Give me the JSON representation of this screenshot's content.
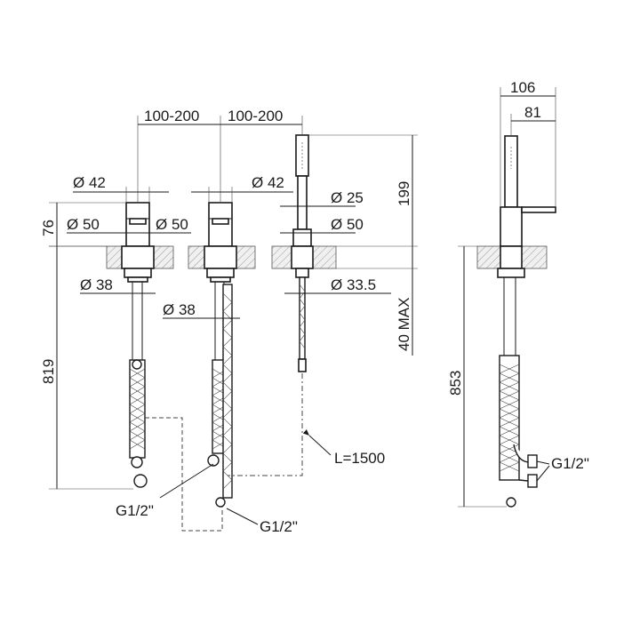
{
  "labels": {
    "spacing_left": "100-200",
    "spacing_right": "100-200",
    "dia_42_left": "Ø 42",
    "dia_42_right": "Ø 42",
    "dia_50_left": "Ø 50",
    "dia_50_mid": "Ø 50",
    "dia_50_right": "Ø 50",
    "dia_25": "Ø 25",
    "dia_38_left": "Ø 38",
    "dia_38_mid": "Ø 38",
    "dia_33_5": "Ø 33.5",
    "h_76": "76",
    "h_199": "199",
    "h_40max": "40 MAX",
    "h_819": "819",
    "h_853": "853",
    "w_106": "106",
    "w_81": "81",
    "hose_len": "L=1500",
    "conn_left": "G1/2\"",
    "conn_mid": "G1/2\"",
    "conn_right": "G1/2\""
  }
}
